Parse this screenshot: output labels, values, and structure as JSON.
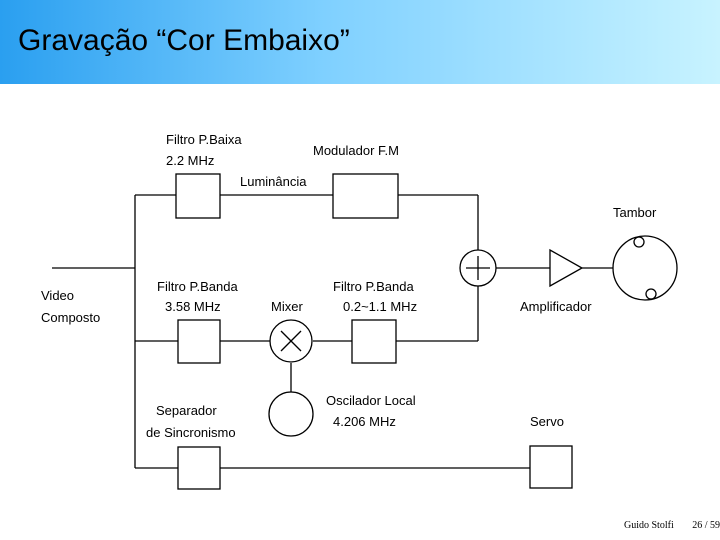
{
  "slide": {
    "title": "Gravação “Cor Embaixo”",
    "footer_author": "Guido Stolfi",
    "footer_page": "26 / 59"
  },
  "diagram": {
    "labels": {
      "lowpass_filter_1": "Filtro P.Baixa",
      "lowpass_filter_2": "2.2 MHz",
      "fm_modulator": "Modulador F.M",
      "luminance": "Luminância",
      "drum": "Tambor",
      "video_1": "Video",
      "video_2": "Composto",
      "bandpass_1_1": "Filtro P.Banda",
      "bandpass_1_2": "3.58  MHz",
      "mixer": "Mixer",
      "bandpass_2_1": "Filtro P.Banda",
      "bandpass_2_2": "0.2~1.1 MHz",
      "amplifier": "Amplificador",
      "sync_sep_1": "Separador",
      "sync_sep_2": "de Sincronismo",
      "local_osc_1": "Oscilador Local",
      "local_osc_2": "4.206 MHz",
      "servo": "Servo"
    }
  }
}
